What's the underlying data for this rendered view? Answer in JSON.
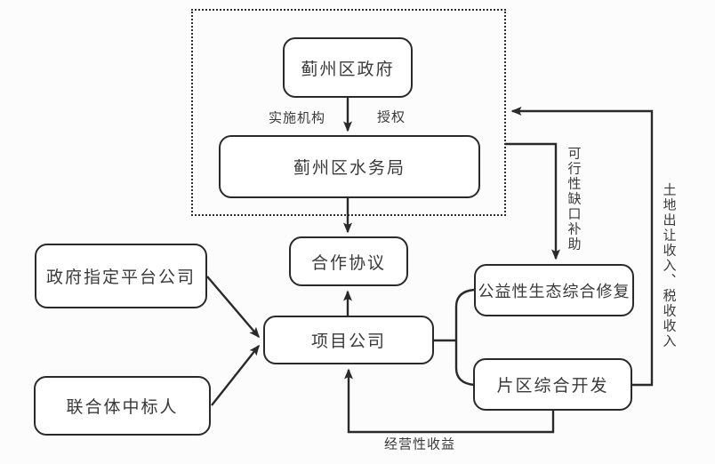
{
  "diagram": {
    "title": "PPP project structure flowchart (Jizhou District water ecological project)",
    "nodes": {
      "gov": "蓟州区政府",
      "water": "蓟州区水务局",
      "agreement": "合作协议",
      "project": "项目公司",
      "platform": "政府指定平台公司",
      "consortium": "联合体中标人",
      "ecology": "公益性生态综合修复",
      "development": "片区综合开发"
    },
    "edge_labels": {
      "implementing_agency": "实施机构",
      "authorization": "授权",
      "viability_gap_subsidy": "可行性缺口补助",
      "land_and_tax_revenue": "土地出让收入、税收收入",
      "operating_income": "经营性收益"
    },
    "colors": {
      "line": "#2a2a2a",
      "box_border": "#2a2a2a",
      "box_fill": "#ffffff",
      "text": "#3a3a3a",
      "background": "#fcfcfc"
    }
  }
}
